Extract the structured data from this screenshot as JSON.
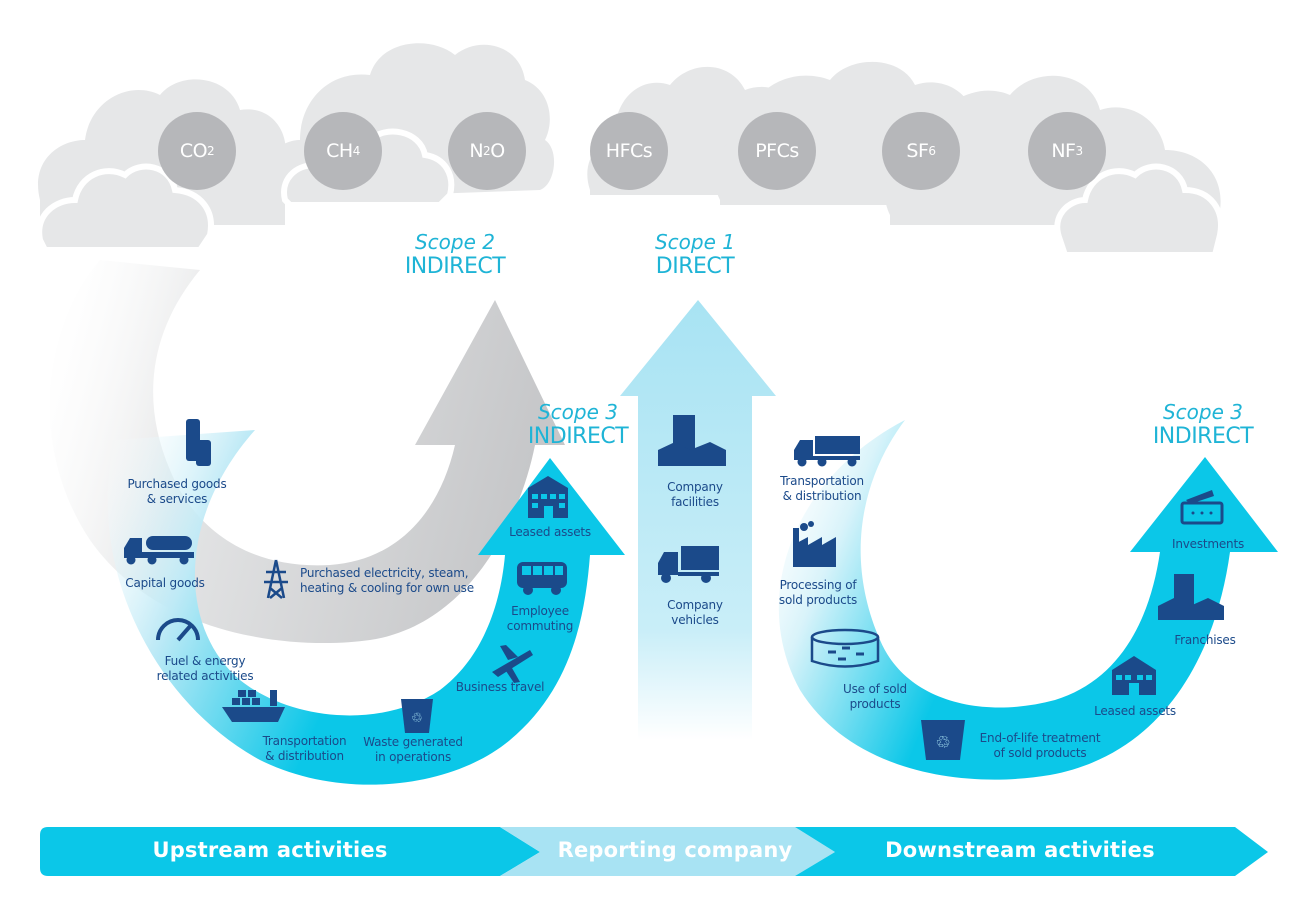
{
  "colors": {
    "cyan": "#0bc7e8",
    "light_cyan": "#a8e3f3",
    "gray_arrow": "#c9cacc",
    "cloud": "#e6e7e8",
    "gas_circle": "#b6b7ba",
    "navy": "#1b4a8a",
    "scope_text": "#1fb4d6"
  },
  "gases": [
    {
      "base": "CO",
      "sub": "2",
      "tail": ""
    },
    {
      "base": "CH",
      "sub": "4",
      "tail": ""
    },
    {
      "base": "N",
      "sub": "2",
      "tail": "O"
    },
    {
      "base": "HFCs",
      "sub": "",
      "tail": ""
    },
    {
      "base": "PFCs",
      "sub": "",
      "tail": ""
    },
    {
      "base": "SF",
      "sub": "6",
      "tail": ""
    },
    {
      "base": "NF",
      "sub": "3",
      "tail": ""
    }
  ],
  "scopes": {
    "scope2": {
      "label": "Scope 2",
      "kind": "INDIRECT"
    },
    "scope1": {
      "label": "Scope 1",
      "kind": "DIRECT"
    },
    "scope3_up": {
      "label": "Scope 3",
      "kind": "INDIRECT"
    },
    "scope3_down": {
      "label": "Scope 3",
      "kind": "INDIRECT"
    }
  },
  "upstream": {
    "purchased_goods": [
      "Purchased goods",
      "& services"
    ],
    "capital_goods": [
      "Capital goods"
    ],
    "fuel_energy": [
      "Fuel & energy",
      "related activities"
    ],
    "transport": [
      "Transportation",
      "& distribution"
    ],
    "waste": [
      "Waste generated",
      "in operations"
    ],
    "business_travel": [
      "Business travel"
    ],
    "employee_commuting": [
      "Employee",
      "commuting"
    ],
    "leased_assets": [
      "Leased assets"
    ]
  },
  "scope2_item": [
    "Purchased electricity, steam,",
    "heating & cooling for own use"
  ],
  "reporting": {
    "facilities": [
      "Company",
      "facilities"
    ],
    "vehicles": [
      "Company",
      "vehicles"
    ]
  },
  "downstream": {
    "transport": [
      "Transportation",
      "& distribution"
    ],
    "processing": [
      "Processing of",
      "sold products"
    ],
    "use": [
      "Use of sold",
      "products"
    ],
    "end_of_life": [
      "End-of-life treatment",
      "of sold products"
    ],
    "leased_assets": [
      "Leased assets"
    ],
    "franchises": [
      "Franchises"
    ],
    "investments": [
      "Investments"
    ]
  },
  "band": {
    "upstream": "Upstream activities",
    "reporting": "Reporting company",
    "downstream": "Downstream activities"
  }
}
